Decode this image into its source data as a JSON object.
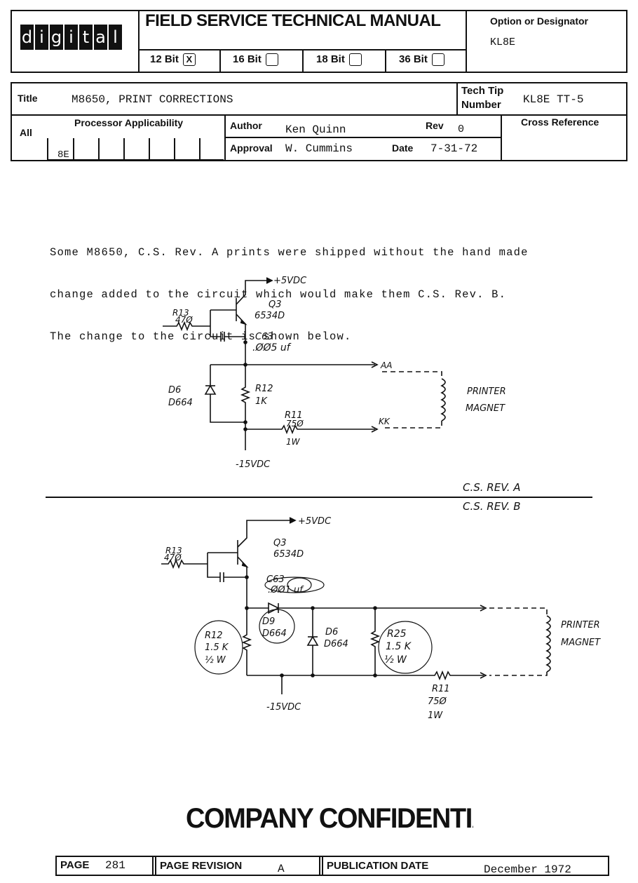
{
  "header": {
    "logo_letters": [
      "d",
      "i",
      "g",
      "i",
      "t",
      "a",
      "l"
    ],
    "manual_title": "FIELD SERVICE TECHNICAL MANUAL",
    "bits": [
      {
        "label": "12 Bit",
        "mark": "X"
      },
      {
        "label": "16 Bit",
        "mark": ""
      },
      {
        "label": "18 Bit",
        "mark": ""
      },
      {
        "label": "36 Bit",
        "mark": ""
      }
    ],
    "option_label": "Option or Designator",
    "option_value": "KL8E"
  },
  "info": {
    "title_label": "Title",
    "title_value": "M8650, PRINT CORRECTIONS",
    "techtip_label_1": "Tech Tip",
    "techtip_label_2": "Number",
    "techtip_value": "KL8E TT-5",
    "processor_label": "Processor Applicability",
    "all_label": "All",
    "processor_value": "8E",
    "author_label": "Author",
    "author_value": "Ken Quinn",
    "rev_label": "Rev",
    "rev_value": "0",
    "approval_label": "Approval",
    "approval_value": "W. Cummins",
    "date_label": "Date",
    "date_value": "7-31-72",
    "crossref_label": "Cross Reference"
  },
  "body": {
    "lines": [
      "Some M8650, C.S. Rev. A prints were shipped without the hand made",
      "change added to the circuit which would make them C.S. Rev. B.",
      "The change to the circuit is shown below."
    ]
  },
  "schematic_a": {
    "vcc": "+5VDC",
    "vee": "-15VDC",
    "q_name": "Q3",
    "q_part": "6534D",
    "r13_name": "R13",
    "r13_value": "47Ø",
    "c_name": "C63",
    "c_value": ".ØØ5 uf",
    "d_name": "D6",
    "d_part": "D664",
    "r12_name": "R12",
    "r12_value": "1K",
    "r11_name": "R11",
    "r11_value": "75Ø",
    "r11_watt": "1W",
    "pin_top": "AA",
    "pin_bottom": "KK",
    "magnet_1": "PRINTER",
    "magnet_2": "MAGNET"
  },
  "divider": {
    "rev_a": "C.S. REV. A",
    "rev_b": "C.S. REV. B"
  },
  "schematic_b": {
    "vcc": "+5VDC",
    "vee": "-15VDC",
    "q_name": "Q3",
    "q_part": "6534D",
    "r13_name": "R13",
    "r13_value": "47Ø",
    "c_name": "C63",
    "c_value": ".ØØ1 uf",
    "r12_name": "R12",
    "r12_value": "1.5 K",
    "r12_watt": "½ W",
    "d9_name": "D9",
    "d9_part": "D664",
    "d6_name": "D6",
    "d6_part": "D664",
    "r25_name": "R25",
    "r25_value": "1.5 K",
    "r25_watt": "½ W",
    "r11_name": "R11",
    "r11_value": "75Ø",
    "r11_watt": "1W",
    "magnet_1": "PRINTER",
    "magnet_2": "MAGNET"
  },
  "stamp": "COMPANY CONFIDENTIAL",
  "footer": {
    "page_label": "PAGE",
    "page_value": "281",
    "revision_label": "PAGE REVISION",
    "revision_value": "A",
    "pubdate_label": "PUBLICATION DATE",
    "pubdate_value": "December 1972"
  }
}
